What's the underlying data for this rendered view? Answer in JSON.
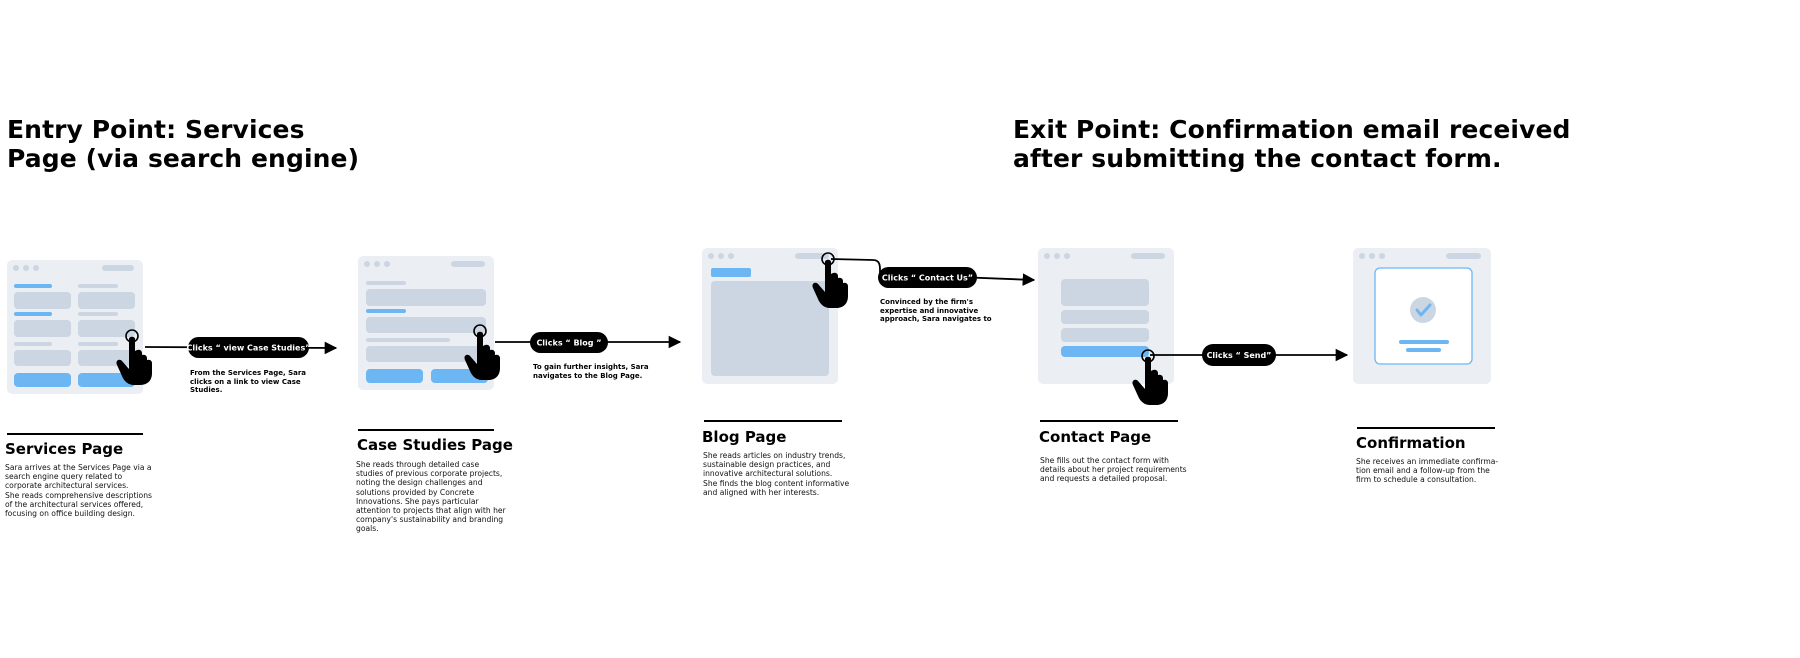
{
  "entry": {
    "title": "Entry Point: Services Page (via search engine)",
    "line1": "Entry Point: Services",
    "line2": "Page (via search engine)"
  },
  "exit": {
    "title": "Exit Point: Confirmation email received after submitting the contact form.",
    "line1": "Exit Point: Confirmation email received",
    "line2": "after submitting the contact form."
  },
  "colors": {
    "screen_bg": "#ebeef3",
    "block": "#ccd6e3",
    "accent": "#6cb6f4",
    "pill": "#000000"
  },
  "steps": [
    {
      "title": "Services Page",
      "desc": [
        "Sara arrives at the Services Page via a",
        "search engine query related to",
        "corporate architectural services.",
        "She reads comprehensive descriptions",
        "of the architectural services offered,",
        "focusing on office building design."
      ]
    },
    {
      "title": "Case Studies Page",
      "desc": [
        "She reads through detailed case",
        "studies of previous corporate projects,",
        "noting the design challenges and",
        "solutions provided by Concrete",
        "Innovations. She pays particular",
        "attention to projects that align with her",
        "company's sustainability and branding",
        "goals."
      ]
    },
    {
      "title": "Blog Page",
      "desc": [
        "She reads articles on industry trends,",
        "sustainable design practices, and",
        "innovative architectural solutions.",
        "She finds the blog content informative",
        "and aligned with her interests."
      ]
    },
    {
      "title": "Contact Page",
      "desc": [
        "She fills out the contact form with",
        "details about her project requirements",
        "and requests a detailed proposal."
      ]
    },
    {
      "title": "Confirmation",
      "desc": [
        "She receives an immediate confirma-",
        "tion email and a follow-up from the",
        "firm to schedule a consultation."
      ]
    }
  ],
  "actions": [
    {
      "pill": "Clicks “ view Case Studies”",
      "note": [
        "From the Services Page, Sara",
        "clicks on a link to view Case",
        "Studies."
      ]
    },
    {
      "pill": "Clicks “  Blog ”",
      "note": [
        "To gain further insights, Sara",
        "navigates to the Blog Page."
      ]
    },
    {
      "pill": "Clicks “ Contact Us”",
      "note": [
        "Convinced by the firm's",
        "expertise and innovative",
        "approach, Sara navigates to"
      ]
    },
    {
      "pill": "Clicks “ Send”",
      "note": []
    }
  ],
  "icons": [
    "hand-pointer-icon",
    "checkmark-icon",
    "arrow-right-icon"
  ]
}
